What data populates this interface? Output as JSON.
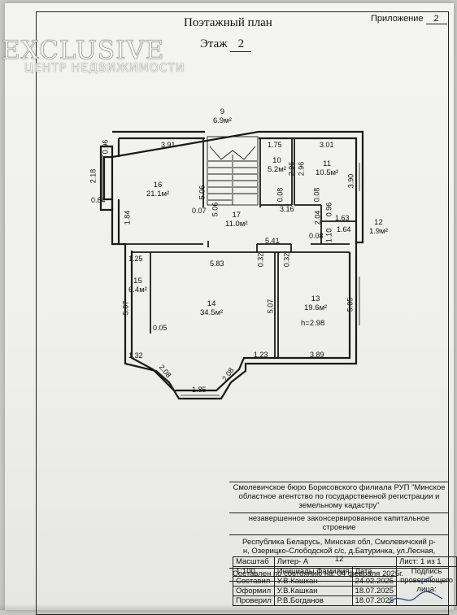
{
  "header": {
    "appendix_label": "Приложение",
    "appendix_number": "2",
    "plan_title": "Поэтажный план",
    "floor_label": "Этаж",
    "floor_number": "2"
  },
  "watermark": {
    "main": "EXCLUSIVE",
    "sub": "ЦЕНТР НЕДВИЖИМОСТИ"
  },
  "rooms": [
    {
      "num": "9",
      "area": "6.9м²"
    },
    {
      "num": "10",
      "area": "5.2м²"
    },
    {
      "num": "11",
      "area": "10.5м²"
    },
    {
      "num": "12",
      "area": "1.9м²"
    },
    {
      "num": "13",
      "area": "19.6м²"
    },
    {
      "num": "14",
      "area": "34.5м²"
    },
    {
      "num": "15",
      "area": "6.4м²"
    },
    {
      "num": "16",
      "area": "21.1м²"
    },
    {
      "num": "17",
      "area": "11.0м²"
    }
  ],
  "height_note": "h=2.98",
  "dims": {
    "d_391": "3.91",
    "d_096": "0.96",
    "d_218": "2.18",
    "d_064": "0.64",
    "d_184": "1.84",
    "d_175": "1.75",
    "d_301": "3.01",
    "d_296a": "2.96",
    "d_296b": "2.96",
    "d_390": "3.90",
    "d_506a": "5.06",
    "d_506b": "5.06",
    "d_007": "0.07",
    "d_008a": "0.08",
    "d_008b": "0.08",
    "d_316": "3.16",
    "d_204": "2.04",
    "d_096b": "0.96",
    "d_163": "1.63",
    "d_164": "1.64",
    "d_008c": "0.08",
    "d_110": "1.10",
    "d_541": "5.41",
    "d_125": "1.25",
    "d_583": "5.83",
    "d_032a": "0.32",
    "d_032b": "0.32",
    "d_507a": "5.07",
    "d_507b": "5.07",
    "d_505": "5.05",
    "d_005": "0.05",
    "d_132": "1.32",
    "d_123": "1.23",
    "d_389": "3.89",
    "d_208a": "2.08",
    "d_208b": "2.08",
    "d_185": "1.85"
  },
  "stamp": {
    "org": "Смолевичское бюро Борисовского филиала РУП \"Минское областное агентство по государственной регистрации и земельному кадастру\"",
    "object_type": "незавершенное законсервированное капитальное строение",
    "address": "Республика Беларусь, Минская обл, Смолевичский р-н, Озерицко-Слободской с/с, д.Батуринка, ул.Лесная, 12",
    "compiled": "Составлен по состоянию на: 04 февраля 2025г.",
    "scale_label": "Масштаб",
    "scale_value": "1:100",
    "litera": "Литер- А",
    "sheet": "Лист: 1 из 1",
    "col_initials": "Инициалы,Фамилия",
    "col_date": "Дата",
    "sign_label": "Подпись проверяющего лица:",
    "rows": [
      {
        "role": "Составил",
        "name": "У.В.Кашкан",
        "date": "24.02.2025"
      },
      {
        "role": "Оформил",
        "name": "У.В.Кашкан",
        "date": "18.07.2025"
      },
      {
        "role": "Проверил",
        "name": "Р.В.Богданов",
        "date": "18.07.2025"
      }
    ]
  }
}
